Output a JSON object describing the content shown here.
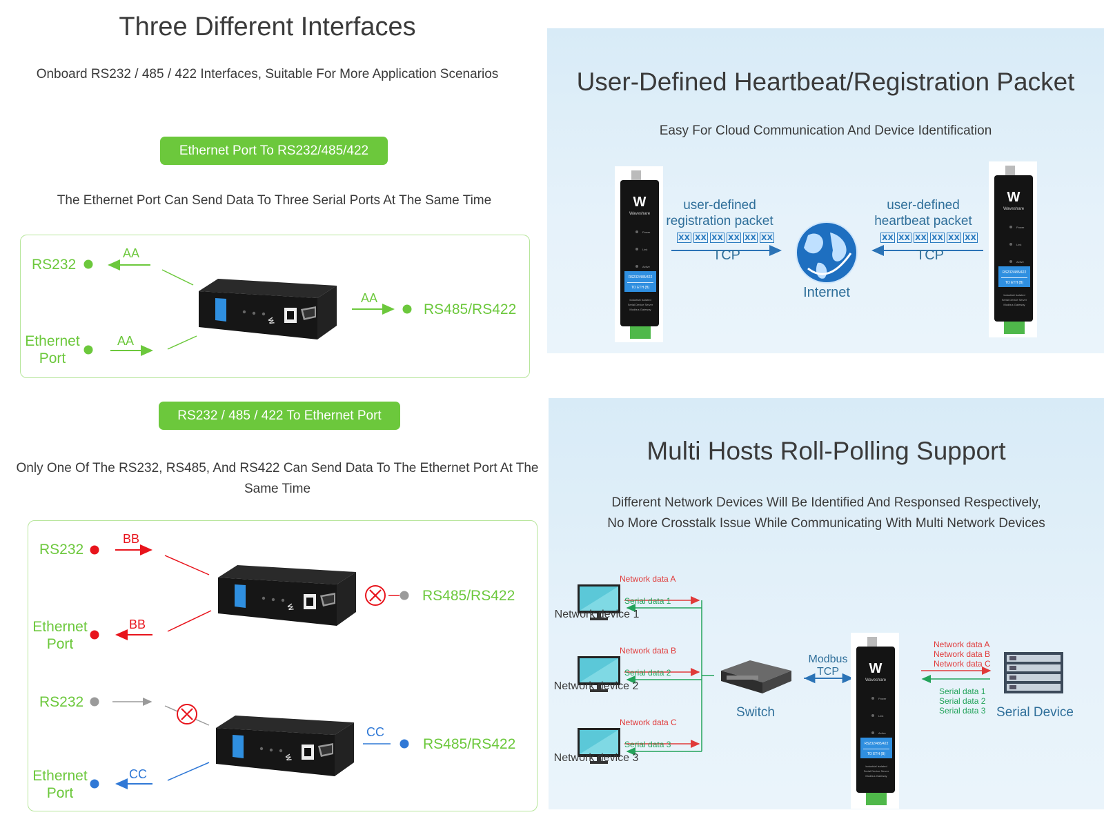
{
  "left": {
    "title": "Three Different Interfaces",
    "subtitle": "Onboard RS232 / 485 / 422 Interfaces, Suitable For More Application Scenarios",
    "mode1": {
      "badge": "Ethernet Port To RS232/485/422",
      "desc": "The Ethernet Port Can Send Data To Three Serial Ports At The Same Time",
      "rs232": "RS232",
      "eth_line1": "Ethernet",
      "eth_line2": "Port",
      "rs485": "RS485/RS422",
      "data_in": "AA",
      "data_out_rs232": "AA",
      "data_out_rs485": "AA"
    },
    "mode2": {
      "badge": "RS232 / 485 / 422 To Ethernet Port",
      "desc": "Only One Of The RS232, RS485, And RS422 Can Send Data To The Ethernet Port At The Same Time",
      "top": {
        "rs232": "RS232",
        "eth_line1": "Ethernet",
        "eth_line2": "Port",
        "rs485": "RS485/RS422",
        "data_in": "BB",
        "data_out": "BB"
      },
      "bottom": {
        "rs232": "RS232",
        "eth_line1": "Ethernet",
        "eth_line2": "Port",
        "rs485": "RS485/RS422",
        "data_in": "CC",
        "data_out": "CC"
      }
    }
  },
  "heartbeat": {
    "title": "User-Defined Heartbeat/Registration Packet",
    "subtitle": "Easy For Cloud Communication And Device Identification",
    "left_label_1": "user-defined",
    "left_label_2": "registration packet",
    "right_label_1": "user-defined",
    "right_label_2": "heartbeat packet",
    "packet_cell": "XX",
    "protocol_left": "TCP",
    "protocol_right": "TCP",
    "internet": "Internet"
  },
  "polling": {
    "title": "Multi Hosts Roll-Polling Support",
    "subtitle_1": "Different Network Devices Will Be Identified And Responsed Respectively,",
    "subtitle_2": "No More Crosstalk Issue While Communicating With Multi Network Devices",
    "devices": [
      {
        "name": "Network device 1",
        "net": "Network data A",
        "serial": "Serial data 1"
      },
      {
        "name": "Network device 2",
        "net": "Network data B",
        "serial": "Serial data 2"
      },
      {
        "name": "Network device 3",
        "net": "Network data C",
        "serial": "Serial data 3"
      }
    ],
    "switch": "Switch",
    "modbus_1": "Modbus",
    "modbus_2": "TCP",
    "net_list": [
      "Network data A",
      "Network data B",
      "Network data C"
    ],
    "serial_list": [
      "Serial data 1",
      "Serial data 2",
      "Serial data 3"
    ],
    "serial_device": "Serial Device"
  },
  "colors": {
    "green": "#6cc83c",
    "red": "#e8141c",
    "blue": "#2f78d6",
    "gray": "#9a9a9a",
    "panel": "#dcedf8"
  },
  "device": {
    "brand": "Waveshare",
    "tag_1": "RS232/485/422",
    "tag_2": "TO ETH (B)",
    "leds": [
      "Power",
      "Link",
      "Active"
    ],
    "caption": [
      "Industrial Isolated",
      "Serial Device Server",
      "Modbus Gateway"
    ]
  }
}
